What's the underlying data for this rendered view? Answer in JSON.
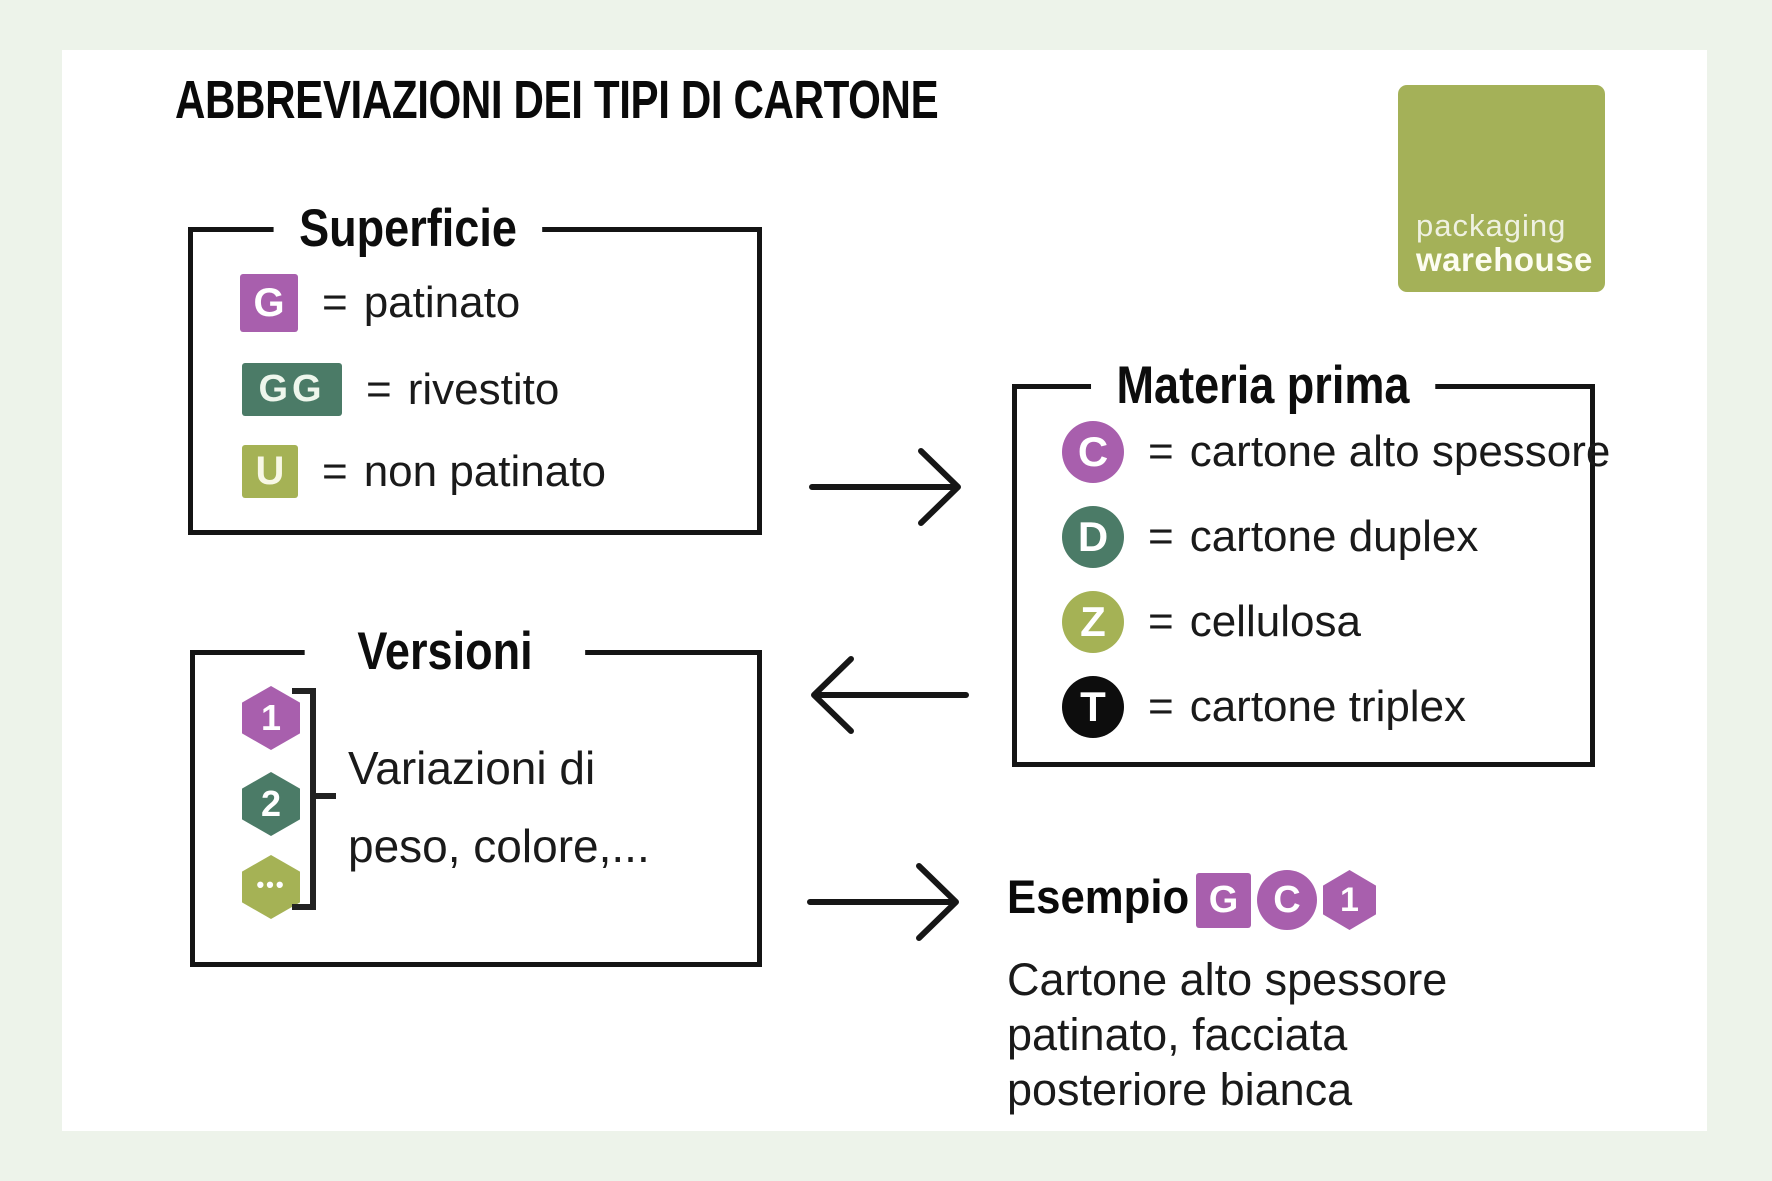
{
  "page": {
    "title": "ABBREVIAZIONI DEI TIPI DI CARTONE"
  },
  "logo": {
    "line1": "packaging",
    "line2": "warehouse"
  },
  "common": {
    "equals": "="
  },
  "colors": {
    "canvas_background": "#edf3ea",
    "panel_background": "#ffffff",
    "purple": "#a85fad",
    "dark_green": "#4b7b67",
    "olive_green": "#a5b255",
    "badge_black": "#0d0d0d",
    "logo_green": "#a4b158",
    "ink": "#141414"
  },
  "icons": {
    "arrow_right": "→",
    "arrow_left": "←"
  },
  "boxes": {
    "superficie": {
      "title": "Superficie",
      "items": [
        {
          "symbol": "G",
          "shape": "square",
          "color": "purple",
          "label": "patinato"
        },
        {
          "symbol": "GG",
          "shape": "square",
          "color": "dark_green",
          "label": "rivestito"
        },
        {
          "symbol": "U",
          "shape": "square",
          "color": "olive_green",
          "label": "non patinato"
        }
      ]
    },
    "materia_prima": {
      "title": "Materia prima",
      "items": [
        {
          "symbol": "C",
          "shape": "circle",
          "color": "purple",
          "label": "cartone alto spessore"
        },
        {
          "symbol": "D",
          "shape": "circle",
          "color": "dark_green",
          "label": "cartone duplex"
        },
        {
          "symbol": "Z",
          "shape": "circle",
          "color": "olive_green",
          "label": "cellulosa"
        },
        {
          "symbol": "T",
          "shape": "circle",
          "color": "badge_black",
          "label": "cartone triplex"
        }
      ]
    },
    "versioni": {
      "title": "Versioni",
      "hexagons": [
        {
          "symbol": "1",
          "shape": "hexagon",
          "color": "purple"
        },
        {
          "symbol": "2",
          "shape": "hexagon",
          "color": "dark_green"
        },
        {
          "symbol": "•••",
          "shape": "hexagon",
          "color": "olive_green"
        }
      ],
      "note_lines": [
        "Variazioni di",
        "peso, colore,..."
      ]
    }
  },
  "esempio": {
    "title": "Esempio",
    "badges": [
      {
        "symbol": "G",
        "shape": "square",
        "color": "purple"
      },
      {
        "symbol": "C",
        "shape": "circle",
        "color": "purple"
      },
      {
        "symbol": "1",
        "shape": "hexagon",
        "color": "purple"
      }
    ],
    "description_lines": [
      "Cartone alto spessore",
      "patinato, facciata",
      "posteriore bianca"
    ]
  }
}
